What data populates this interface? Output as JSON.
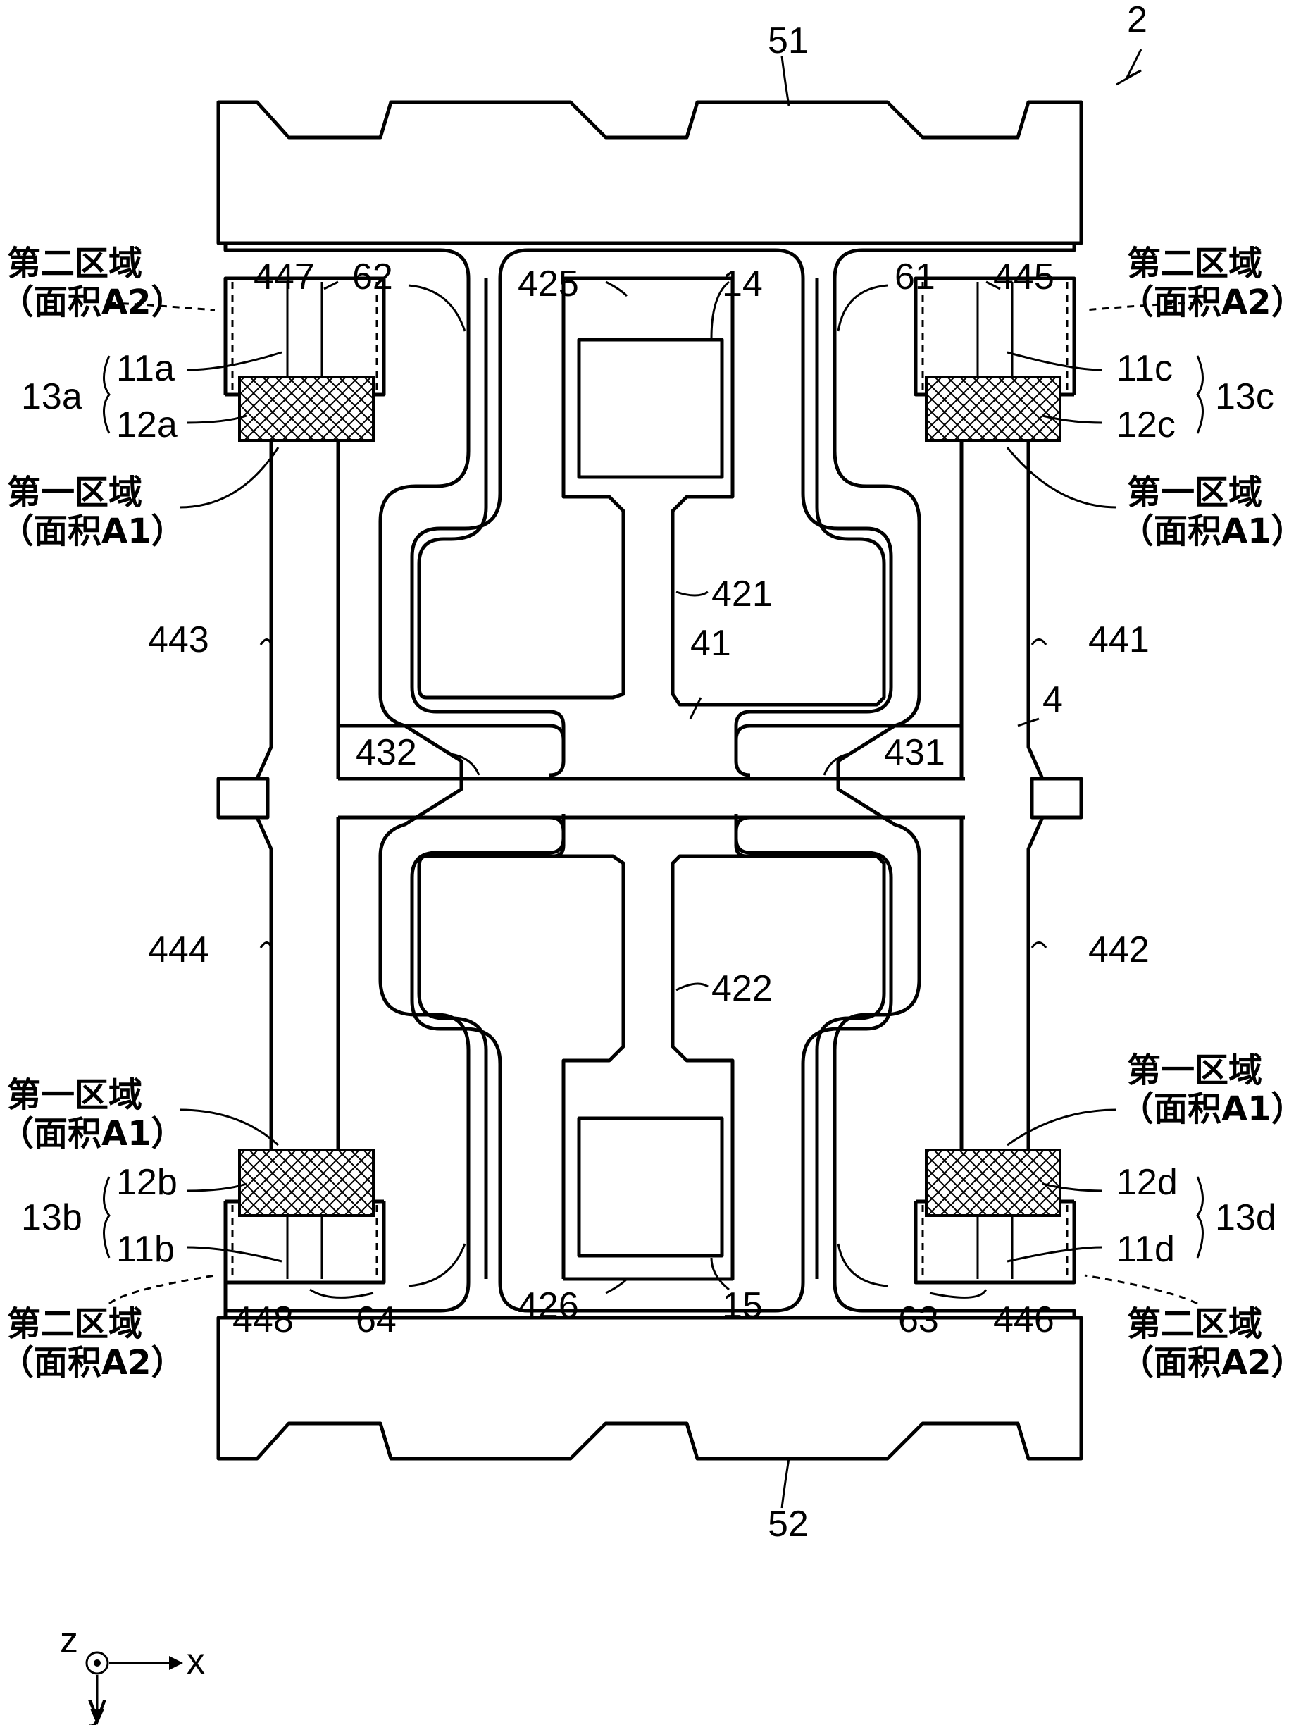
{
  "figure_ref": "2",
  "labels": {
    "frame_top": "51",
    "frame_bottom": "52",
    "body": "4",
    "center": "41",
    "beam_421": "421",
    "beam_422": "422",
    "stub_431": "431",
    "stub_432": "432",
    "arm_441": "441",
    "arm_442": "442",
    "arm_443": "443",
    "arm_444": "444",
    "pad_445": "445",
    "pad_446": "446",
    "pad_447": "447",
    "pad_448": "448",
    "mass_425": "425",
    "mass_426": "426",
    "elec_14": "14",
    "elec_15": "15",
    "slit_61": "61",
    "slit_62": "62",
    "slit_63": "63",
    "slit_64": "64",
    "e11a": "11a",
    "e12a": "12a",
    "g13a": "13a",
    "e11b": "11b",
    "e12b": "12b",
    "g13b": "13b",
    "e11c": "11c",
    "e12c": "12c",
    "g13c": "13c",
    "e11d": "11d",
    "e12d": "12d",
    "g13d": "13d"
  },
  "regions": {
    "first_line1": "第一区域",
    "first_line2": "（面积A1）",
    "second_line1": "第二区域",
    "second_line2": "（面积A2）"
  },
  "axes": {
    "z": "z",
    "x": "x",
    "y": "y"
  }
}
